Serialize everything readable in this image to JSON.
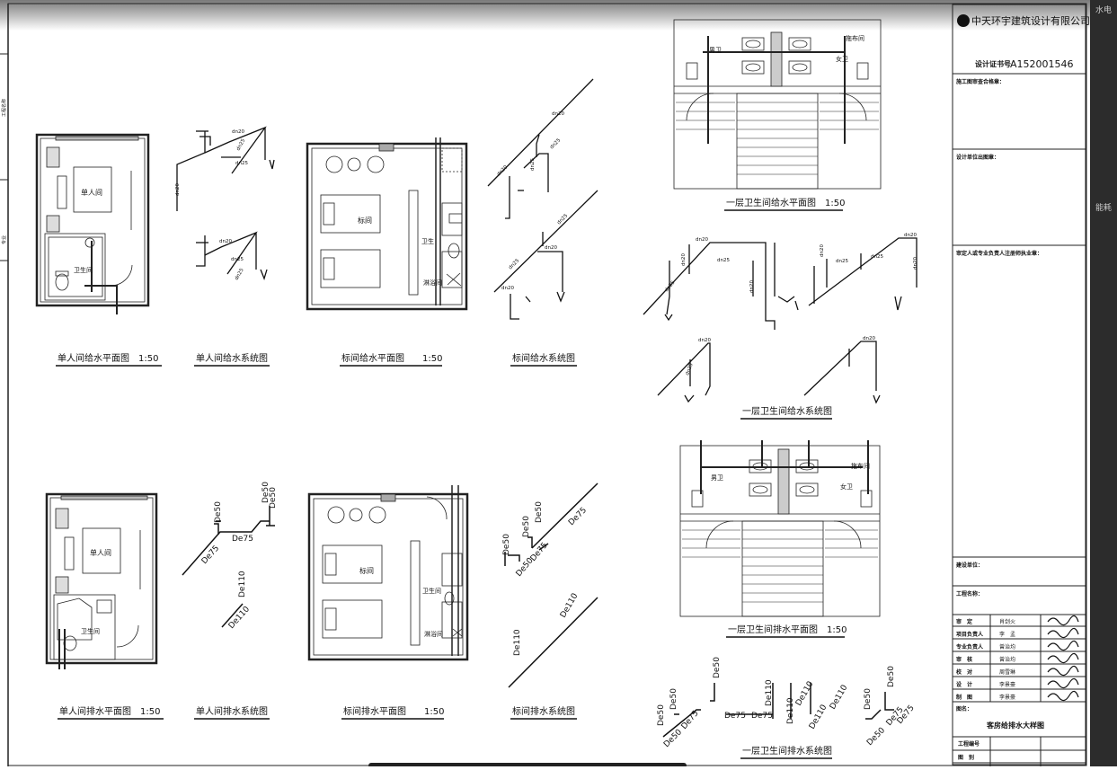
{
  "title_block": {
    "company": "中天环宇建筑设计有限公司",
    "cert_label": "设计证书号",
    "cert_no": "A152001546",
    "review_label": "施工图审查合格章：",
    "design_stamp": "设计单位出图章：",
    "registered_stamp": "审定人或专业负责人注册师执业章：",
    "client_label": "建设单位：",
    "project_label": "工程名称：",
    "sign_rows": [
      {
        "role": "审　定",
        "name": "肖剑火"
      },
      {
        "role": "项目负责人",
        "name": "李　孟"
      },
      {
        "role": "专业负责人",
        "name": "曾治均"
      },
      {
        "role": "审　核",
        "name": "曾治均"
      },
      {
        "role": "校　对",
        "name": "周雪琳"
      },
      {
        "role": "设　计",
        "name": "李景豪"
      },
      {
        "role": "制　图",
        "name": "李景豪"
      }
    ],
    "drawing_name_label": "图名：",
    "drawing_name": "客房给排水大样图",
    "project_no_label": "工程编号",
    "sheet_label": "图　别"
  },
  "left_strip": [
    "工程名称",
    "专业"
  ],
  "right_fragments": [
    "水电",
    "能耗"
  ],
  "captions": {
    "c1": "单人间给水平面图　1:50",
    "c2": "单人间给水系统图",
    "c3": "标间给水平面图　　1:50",
    "c4": "标间给水系统图",
    "c5": "一层卫生间给水平面图　1:50",
    "c6": "一层卫生间给水系统图",
    "c7": "单人间排水平面图　1:50",
    "c8": "单人间排水系统图",
    "c9": "标间排水平面图　　1:50",
    "c10": "标间排水系统图",
    "c11": "一层卫生间排水平面图　1:50",
    "c12": "一层卫生间排水系统图"
  },
  "room_labels": {
    "single": "单人间",
    "bath": "卫生间",
    "std": "标间",
    "shower": "淋浴间",
    "bath2": "卫生",
    "men": "男卫",
    "women": "女卫",
    "mop": "拖布间"
  },
  "pipes": {
    "dn20": "dn20",
    "dn25": "dn25",
    "de50": "De50",
    "de75": "De75",
    "de110": "De110"
  }
}
